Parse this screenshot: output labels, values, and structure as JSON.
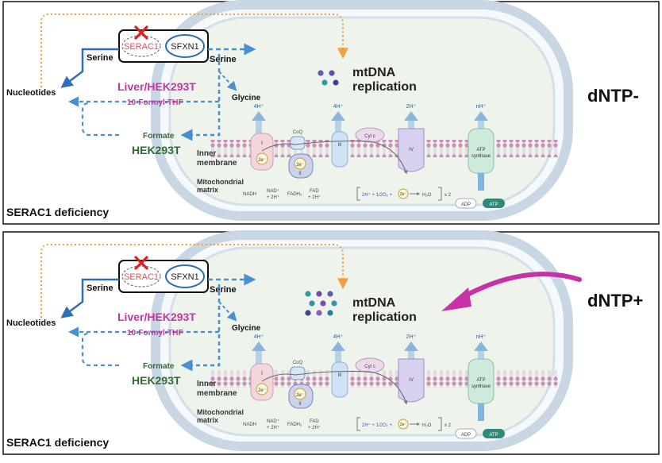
{
  "panels": [
    {
      "id": "top",
      "serac1": "SERAC1",
      "sfxn1": "SFXN1",
      "serine_left": "Serine",
      "serine_right": "Serine",
      "nucleotides": "Nucleotides",
      "liver": "Liver/HEK293T",
      "formyl": "10-Formyl-THF",
      "glycine": "Glycine",
      "formate": "Formate",
      "hek": "HEK293T",
      "mtdna1": "mtDNA",
      "mtdna2": "replication",
      "dntp": "dNTP-",
      "deficiency": "SERAC1 deficiency",
      "inner1": "Inner",
      "inner2": "membrane",
      "matrix1": "Mitochondrial",
      "matrix2": "matrix",
      "h4a": "4H⁺",
      "h4b": "4H⁺",
      "h2": "2H⁺",
      "nh": "nH⁺",
      "c1": "I",
      "c2": "II",
      "c3": "III",
      "c4": "IV",
      "coq": "CoQ",
      "cytc": "Cyt c",
      "atp_synthase1": "ATP",
      "atp_synthase2": "synthase",
      "e2a": "2e⁻",
      "e2b": "2e⁻",
      "nadh": "NADH",
      "nad1": "NAD⁺",
      "nad2": "+ 2H⁺",
      "fadh": "FADH₂",
      "fad1": "FAD",
      "fad2": "+ 2H⁺",
      "eq_a": "2H⁺ + 1/2O₂ +",
      "eq_e": "2e⁻",
      "eq_b": "H₂O",
      "eq_c": "x 2",
      "adp": "ADP",
      "atp": "ATP"
    },
    {
      "id": "bottom",
      "serac1": "SERAC1",
      "sfxn1": "SFXN1",
      "serine_left": "Serine",
      "serine_right": "Serine",
      "nucleotides": "Nucleotides",
      "liver": "Liver/HEK293T",
      "formyl": "10-Formyl-THF",
      "glycine": "Glycine",
      "formate": "Formate",
      "hek": "HEK293T",
      "mtdna1": "mtDNA",
      "mtdna2": "replication",
      "dntp": "dNTP+",
      "deficiency": "SERAC1 deficiency",
      "inner1": "Inner",
      "inner2": "membrane",
      "matrix1": "Mitochondrial",
      "matrix2": "matrix",
      "h4a": "4H⁺",
      "h4b": "4H⁺",
      "h2": "2H⁺",
      "nh": "nH⁺",
      "c1": "I",
      "c2": "II",
      "c3": "III",
      "c4": "IV",
      "coq": "CoQ",
      "cytc": "Cyt c",
      "atp_synthase1": "ATP",
      "atp_synthase2": "synthase",
      "e2a": "2e⁻",
      "e2b": "2e⁻",
      "nadh": "NADH",
      "nad1": "NAD⁺",
      "nad2": "+ 2H⁺",
      "fadh": "FADH₂",
      "fad1": "FAD",
      "fad2": "+ 2H⁺",
      "eq_a": "2H⁺ + 1/2O₂ +",
      "eq_e": "2e⁻",
      "eq_b": "H₂O",
      "eq_c": "x 2",
      "adp": "ADP",
      "atp": "ATP"
    }
  ],
  "colors": {
    "serine_arrow": "#2f6db5",
    "dashed_blue": "#4a8fd1",
    "orange": "#f0a040",
    "magenta": "#c832a8",
    "green_text": "#2f6b2f",
    "red_x": "#e02020",
    "mito_fill": "#eef4ec",
    "mito_outer": "#c9d6e4"
  },
  "dots_top": [
    "#5a5fb0",
    "#6a4aa8",
    "#2a9aa8",
    "#3a3f98"
  ],
  "dots_bottom": [
    "#2a9aa8",
    "#6a4aa8",
    "#5a5fb0",
    "#3a8fa8",
    "#7a4ab0",
    "#2a9aa8",
    "#4a3f98",
    "#8a5ac0",
    "#2a7aa8"
  ]
}
